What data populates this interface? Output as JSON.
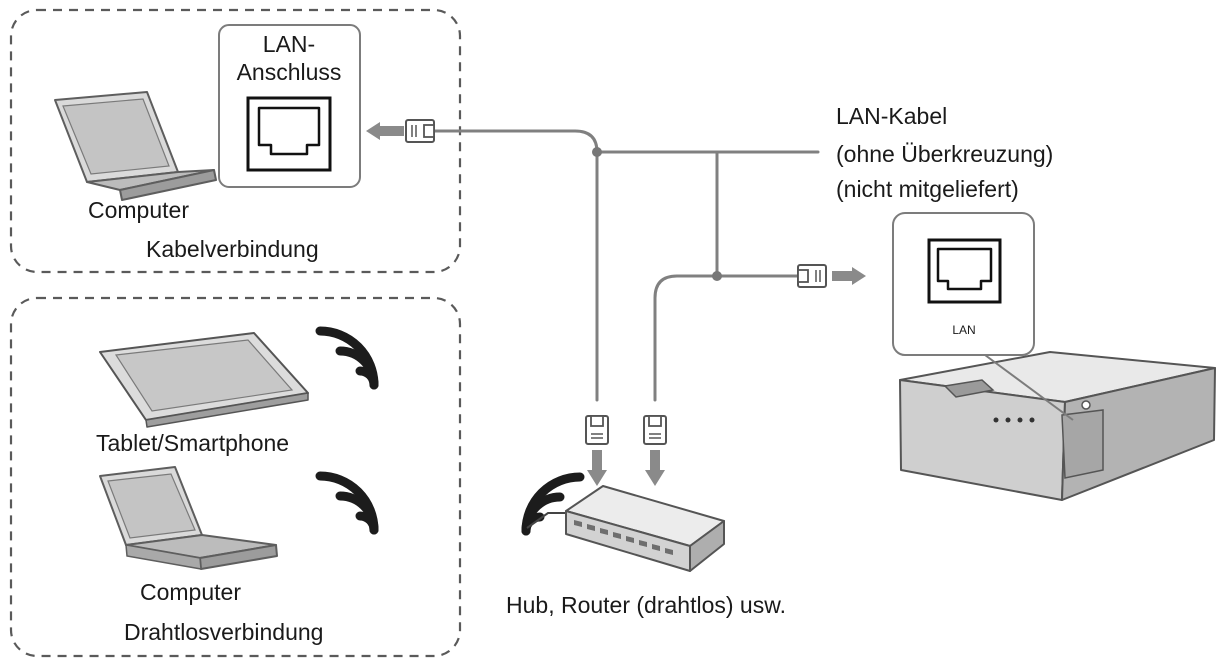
{
  "labels": {
    "lan_port_line1": "LAN-",
    "lan_port_line2": "Anschluss",
    "computer_wired": "Computer",
    "wired_connection": "Kabelverbindung",
    "cable_line1": "LAN-Kabel",
    "cable_line2": "(ohne Überkreuzung)",
    "cable_line3": "(nicht mitgeliefert)",
    "projector_port": "LAN",
    "tablet": "Tablet/Smartphone",
    "computer_wireless": "Computer",
    "wireless_connection": "Drahtlosverbindung",
    "hub": "Hub, Router (drahtlos) usw."
  },
  "icons": [
    "laptop-icon",
    "ethernet-port-icon",
    "rj45-plug-icon",
    "arrow-icon",
    "tablet-icon",
    "wifi-signal-icon",
    "network-hub-icon",
    "projector-icon"
  ],
  "colors": {
    "line": "#6e6e6e",
    "arrow": "#8a8a8a",
    "device_fill": "#d9d9d9",
    "device_dark": "#9a9a9a"
  }
}
